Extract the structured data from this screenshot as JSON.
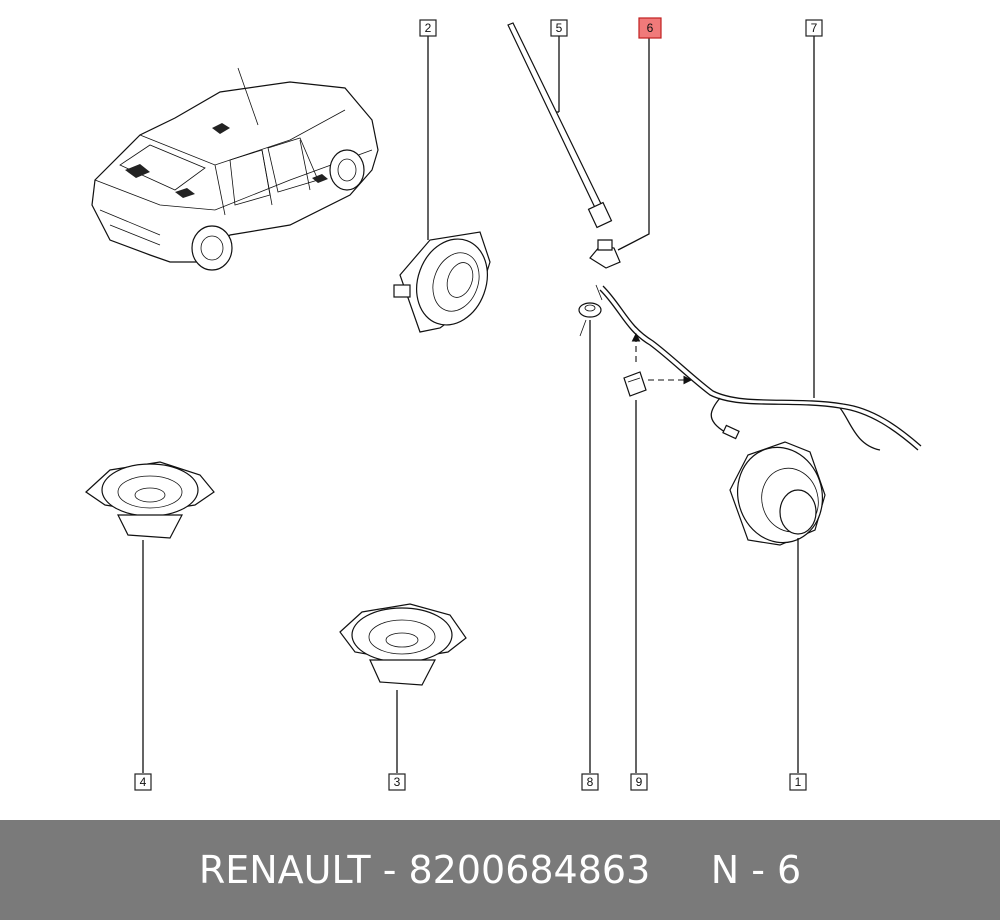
{
  "footer": {
    "brand": "RENAULT",
    "separator": " - ",
    "part_number": "8200684863",
    "gap": "     ",
    "position_label": "N - 6"
  },
  "callouts": [
    {
      "label": "1"
    },
    {
      "label": "2"
    },
    {
      "label": "3"
    },
    {
      "label": "4"
    },
    {
      "label": "5"
    },
    {
      "label": "6",
      "highlighted": true
    },
    {
      "label": "7"
    },
    {
      "label": "8"
    },
    {
      "label": "9"
    }
  ],
  "colors": {
    "highlight": "#f07a7a",
    "footer_bg": "#7a7a7a",
    "line": "#111111"
  }
}
